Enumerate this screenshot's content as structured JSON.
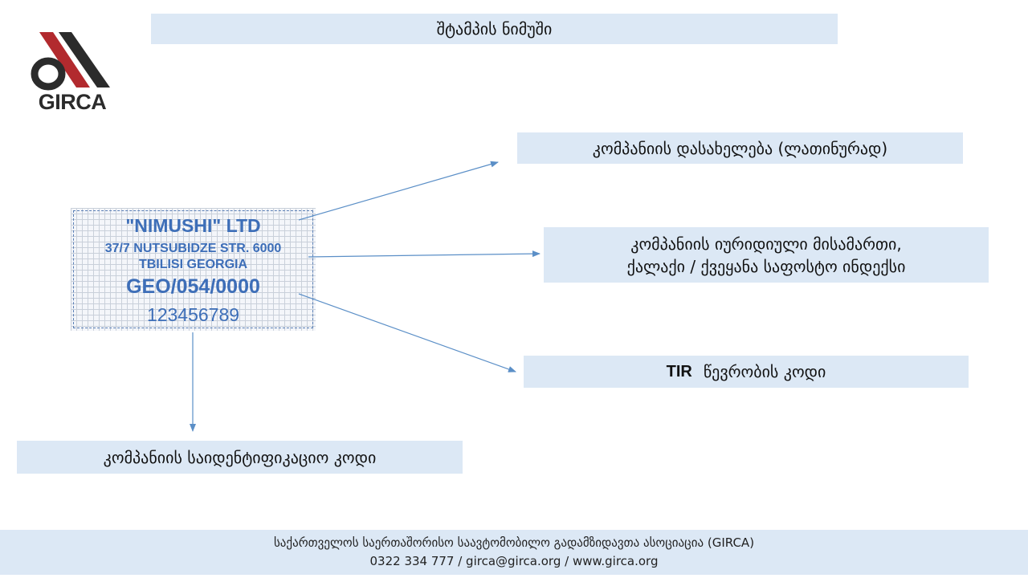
{
  "title": "შტამპის ნიმუში",
  "logo": {
    "text": "GIRCA"
  },
  "stamp": {
    "company": "\"NIMUSHI\" LTD",
    "street": "37/7 NUTSUBIDZE STR. 6000",
    "city": "TBILISI GEORGIA",
    "tir_code": "GEO/054/0000",
    "id_code": "123456789"
  },
  "labels": {
    "company_name": "კომპანიის დასახელება (ლათინურად)",
    "address_line1": "კომპანიის იურიდიული მისამართი,",
    "address_line2": "ქალაქი / ქვეყანა საფოსტო ინდექსი",
    "tir_prefix": "TIR",
    "tir_rest": "წევრობის კოდი",
    "id_code": "კომპანიის საიდენტიფიკაციო კოდი"
  },
  "footer": {
    "line1": "საქართველოს საერთაშორისო საავტომობილო გადამზიდავთა ასოციაცია (GIRCA)",
    "line2": "0322 334 777 /  girca@girca.org  / www.girca.org"
  },
  "colors": {
    "accent_box": "#dce8f5",
    "stamp_text": "#3d6eb8",
    "arrow": "#5b8fc7",
    "logo_red": "#b22a2e",
    "logo_dark": "#2b2b2b"
  }
}
